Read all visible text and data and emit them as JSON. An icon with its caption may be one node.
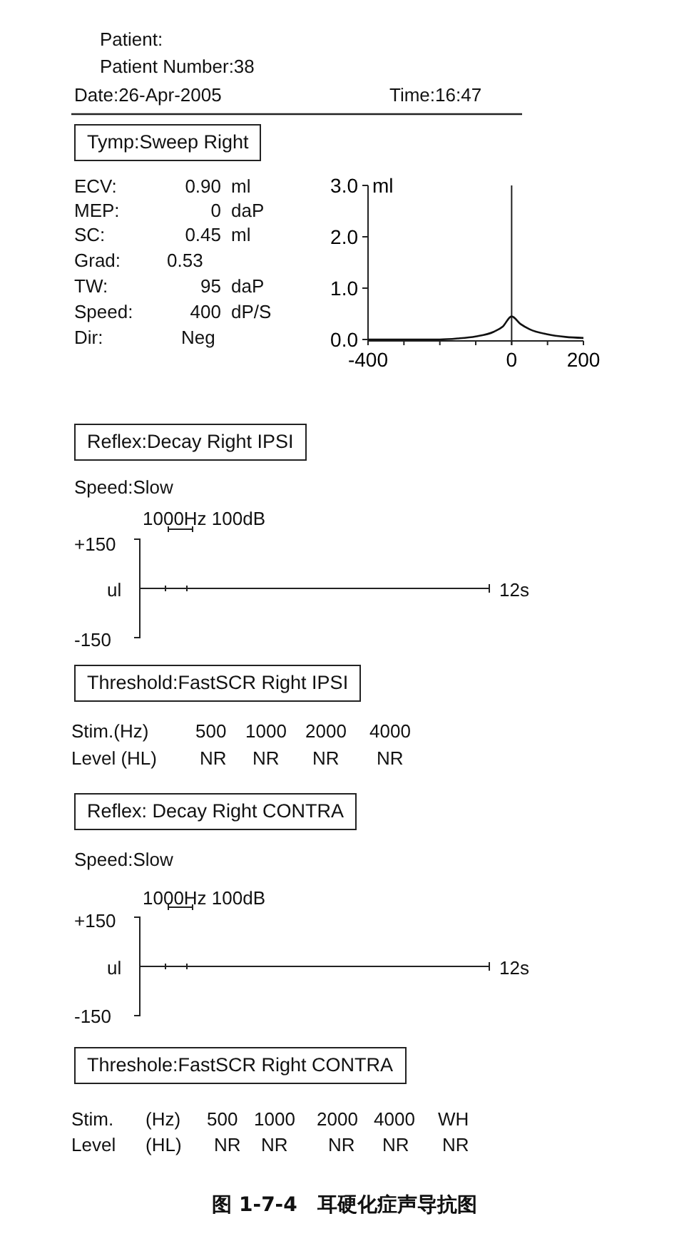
{
  "diagram": {
    "caption": "图 1-7-4　耳硬化症声导抗图",
    "nodes": [
      {
        "text": [
          "Tymp:Sweep Right"
        ]
      },
      {
        "text": [
          "Reflex:Decay Right IPSI"
        ]
      },
      {
        "text": [
          "Threshold:FastSCR Right IPSI"
        ]
      },
      {
        "text": [
          "Reflex: Decay Right CONTRA"
        ]
      },
      {
        "text": [
          "Threshole:FastSCR Right CONTRA"
        ]
      }
    ],
    "labels": [
      "Patient:",
      "Patient Number:38",
      "Date:26-Apr-2005",
      "Time:16:47",
      "ECV:",
      "0.90",
      "ml",
      "MEP:",
      "0",
      "daP",
      "SC:",
      "0.45",
      "ml",
      "Grad:",
      "0.53",
      "TW:",
      "95",
      "daP",
      "Speed:",
      "400",
      "dP/S",
      "Dir:",
      "Neg",
      "Speed:Slow",
      "1000Hz 100dB",
      "+150",
      "ul",
      "12s",
      "-150",
      "Stim.(Hz)",
      "500",
      "1000",
      "2000",
      "4000",
      "Level (HL)",
      "NR",
      "NR",
      "NR",
      "NR",
      "Speed:Slow",
      "1000Hz 100dB",
      "+150",
      "ul",
      "12s",
      "-150",
      "Stim.",
      "(Hz)",
      "500",
      "1000",
      "2000",
      "4000",
      "WH",
      "Level",
      "(HL)",
      "NR",
      "NR",
      "NR",
      "NR",
      "NR"
    ],
    "chart_data": {
      "type": "line",
      "ylabel": "ml",
      "x": [
        -400,
        -300,
        -200,
        -150,
        -100,
        -50,
        -25,
        0,
        25,
        50,
        100,
        150,
        200
      ],
      "series": [
        {
          "color": "#111111",
          "values": [
            0,
            0,
            0,
            0.02,
            0.06,
            0.15,
            0.25,
            0.45,
            0.3,
            0.2,
            0.1,
            0.05,
            0.03
          ]
        }
      ],
      "xlim": [
        -400,
        200
      ],
      "ylim": [
        0,
        3
      ],
      "xticks": [
        -400,
        0,
        200
      ],
      "yticks": [
        {
          "value": 0,
          "label": "0.0"
        },
        {
          "value": 1,
          "label": "1.0"
        },
        {
          "value": 2,
          "label": "2.0"
        },
        {
          "value": 3,
          "label": "3.0"
        }
      ]
    }
  }
}
